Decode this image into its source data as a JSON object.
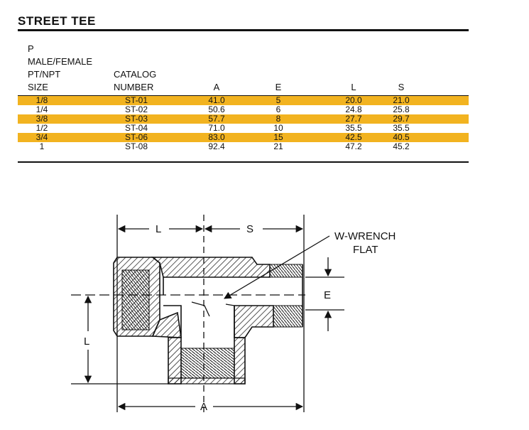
{
  "title": "STREET TEE",
  "columns": {
    "size_lines": [
      "P",
      "MALE/FEMALE",
      "PT/NPT",
      "SIZE"
    ],
    "catalog_lines": [
      "CATALOG",
      "NUMBER"
    ],
    "a": "A",
    "e": "E",
    "l": "L",
    "s": "S"
  },
  "rows": [
    {
      "size": "1/8",
      "catalog": "ST-01",
      "a": "41.0",
      "e": "5",
      "l": "20.0",
      "s": "21.0"
    },
    {
      "size": "1/4",
      "catalog": "ST-02",
      "a": "50.6",
      "e": "6",
      "l": "24.8",
      "s": "25.8"
    },
    {
      "size": "3/8",
      "catalog": "ST-03",
      "a": "57.7",
      "e": "8",
      "l": "27.7",
      "s": "29.7"
    },
    {
      "size": "1/2",
      "catalog": "ST-04",
      "a": "71.0",
      "e": "10",
      "l": "35.5",
      "s": "35.5"
    },
    {
      "size": "3/4",
      "catalog": "ST-06",
      "a": "83.0",
      "e": "15",
      "l": "42.5",
      "s": "40.5"
    },
    {
      "size": "1",
      "catalog": "ST-08",
      "a": "92.4",
      "e": "21",
      "l": "47.2",
      "s": "45.2"
    }
  ],
  "highlight_color": "#f2b320",
  "diagram": {
    "label_l_top": "L",
    "label_s": "S",
    "label_wrench_1": "W-WRENCH",
    "label_wrench_2": "FLAT",
    "label_e": "E",
    "label_l_side": "L",
    "label_a": "A"
  }
}
